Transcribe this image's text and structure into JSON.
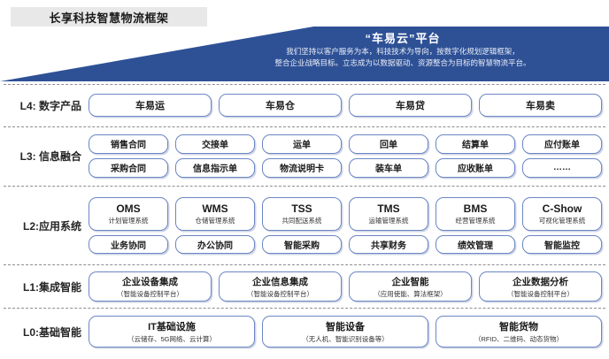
{
  "title": "长享科技智慧物流框架",
  "banner": {
    "platform_title": "“车易云”平台",
    "desc_line1": "我们坚持以客户服务为本，科技技术为导向，按数字化规划逻辑框架，",
    "desc_line2": "整合企业战略目标。立志成为以数据驱动、资源整合为目标的智慧物流平台。"
  },
  "colors": {
    "banner_blue": "#2e5196",
    "box_border": "#6b86c4",
    "title_bg": "#e8e8e8",
    "divider": "#8d8d8d"
  },
  "layers": {
    "l4": {
      "label": "L4: 数字产品",
      "rows": [
        [
          {
            "main": "车易运"
          },
          {
            "main": "车易仓"
          },
          {
            "main": "车易贷"
          },
          {
            "main": "车易卖"
          }
        ]
      ]
    },
    "l3": {
      "label": "L3: 信息融合",
      "rows": [
        [
          {
            "main": "销售合同"
          },
          {
            "main": "交接单"
          },
          {
            "main": "运单"
          },
          {
            "main": "回单"
          },
          {
            "main": "结算单"
          },
          {
            "main": "应付账单"
          }
        ],
        [
          {
            "main": "采购合同"
          },
          {
            "main": "信息指示单"
          },
          {
            "main": "物流说明卡"
          },
          {
            "main": "装车单"
          },
          {
            "main": "应收账单"
          },
          {
            "main": "……"
          }
        ]
      ]
    },
    "l2": {
      "label": "L2:应用系统",
      "rows": [
        [
          {
            "main": "OMS",
            "sub": "计划管理系统"
          },
          {
            "main": "WMS",
            "sub": "仓储管理系统"
          },
          {
            "main": "TSS",
            "sub": "共同配送系统"
          },
          {
            "main": "TMS",
            "sub": "运输管理系统"
          },
          {
            "main": "BMS",
            "sub": "经营管理系统"
          },
          {
            "main": "C-Show",
            "sub": "可视化管理系统"
          }
        ],
        [
          {
            "main": "业务协同"
          },
          {
            "main": "办公协同"
          },
          {
            "main": "智能采购"
          },
          {
            "main": "共享财务"
          },
          {
            "main": "绩效管理"
          },
          {
            "main": "智能监控"
          }
        ]
      ]
    },
    "l1": {
      "label": "L1:集成智能",
      "rows": [
        [
          {
            "main": "企业设备集成",
            "sub": "（智能设备控制平台）"
          },
          {
            "main": "企业信息集成",
            "sub": "（智能设备控制平台）"
          },
          {
            "main": "企业智能",
            "sub": "（应用使能、算法框架）"
          },
          {
            "main": "企业数据分析",
            "sub": "（智能设备控制平台）"
          }
        ]
      ]
    },
    "l0": {
      "label": "L0:基础智能",
      "rows": [
        [
          {
            "main": "IT基础设施",
            "sub": "（云储存、5G网络、云计算）"
          },
          {
            "main": "智能设备",
            "sub": "（无人机、智能识别设备等）"
          },
          {
            "main": "智能货物",
            "sub": "（RFID、二维码、动态货物）"
          }
        ]
      ]
    }
  }
}
